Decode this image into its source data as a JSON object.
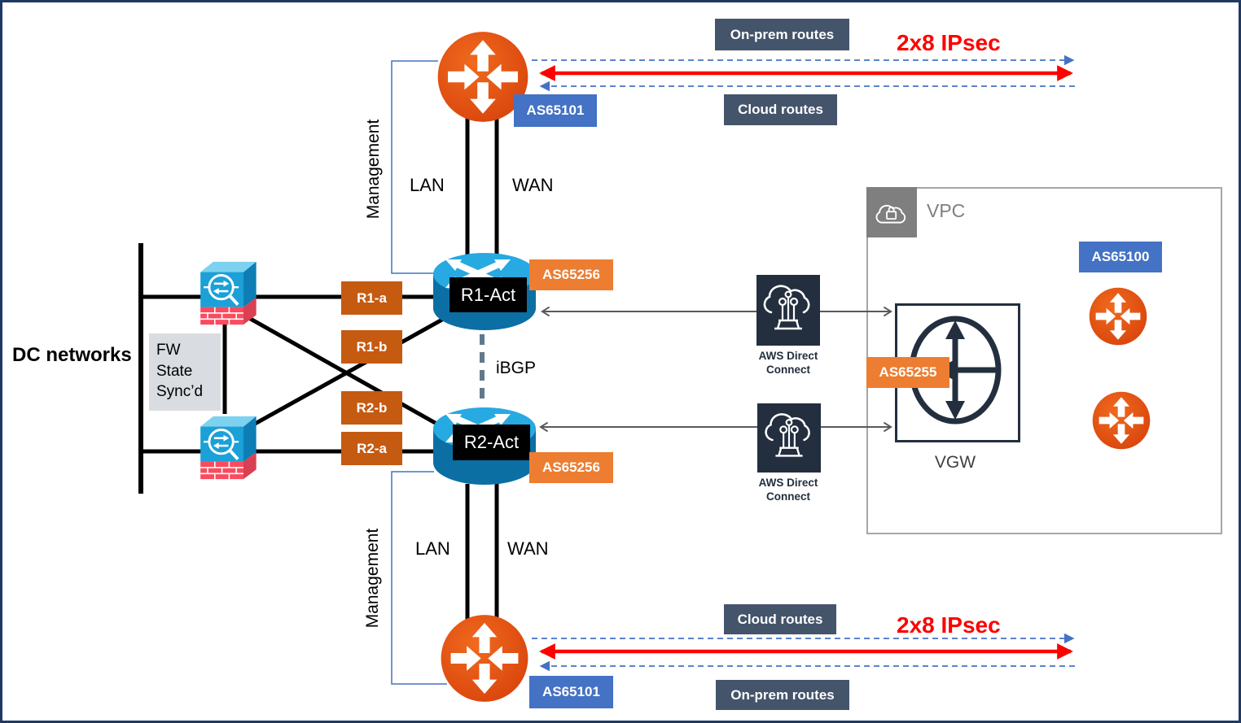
{
  "colors": {
    "accent_blue": "#4472C4",
    "accent_orange": "#ED7D31",
    "dark_orange": "#C55A11",
    "slate_box": "#44546A",
    "ipsec_red": "#FF0000",
    "aws_navy": "#232F3E",
    "cisco_router_orange": "#D8430C",
    "cisco_firewall_blue": "#1BA0D7",
    "vpc_gray": "#7F7F7F"
  },
  "left": {
    "dc_label": "DC networks",
    "fw_state_lines": [
      "FW",
      "State",
      "Sync’d"
    ]
  },
  "link_labels": {
    "r1a": "R1-a",
    "r1b": "R1-b",
    "r2b": "R2-b",
    "r2a": "R2-a",
    "ibgp": "iBGP"
  },
  "management": {
    "top": "Management",
    "bottom": "Management"
  },
  "interfaces": {
    "lan_top": "LAN",
    "wan_top": "WAN",
    "lan_bottom": "LAN",
    "wan_bottom": "WAN"
  },
  "nodes": {
    "edge_top_as": "AS65101",
    "edge_bottom_as": "AS65101",
    "r1_name": "R1-Act",
    "r2_name": "R2-Act",
    "r1_as": "AS65256",
    "r2_as": "AS65256"
  },
  "routes_top": {
    "onprem": "On-prem routes",
    "cloud": "Cloud routes",
    "ipsec": "2x8 IPsec"
  },
  "routes_bottom": {
    "cloud": "Cloud routes",
    "onprem": "On-prem routes",
    "ipsec": "2x8 IPsec"
  },
  "aws": {
    "dx_top_lines": [
      "AWS Direct",
      "Connect"
    ],
    "dx_bottom_lines": [
      "AWS Direct",
      "Connect"
    ],
    "vpc_label": "VPC",
    "vgw_label": "VGW",
    "vgw_as": "AS65255",
    "vpc_as": "AS65100"
  }
}
